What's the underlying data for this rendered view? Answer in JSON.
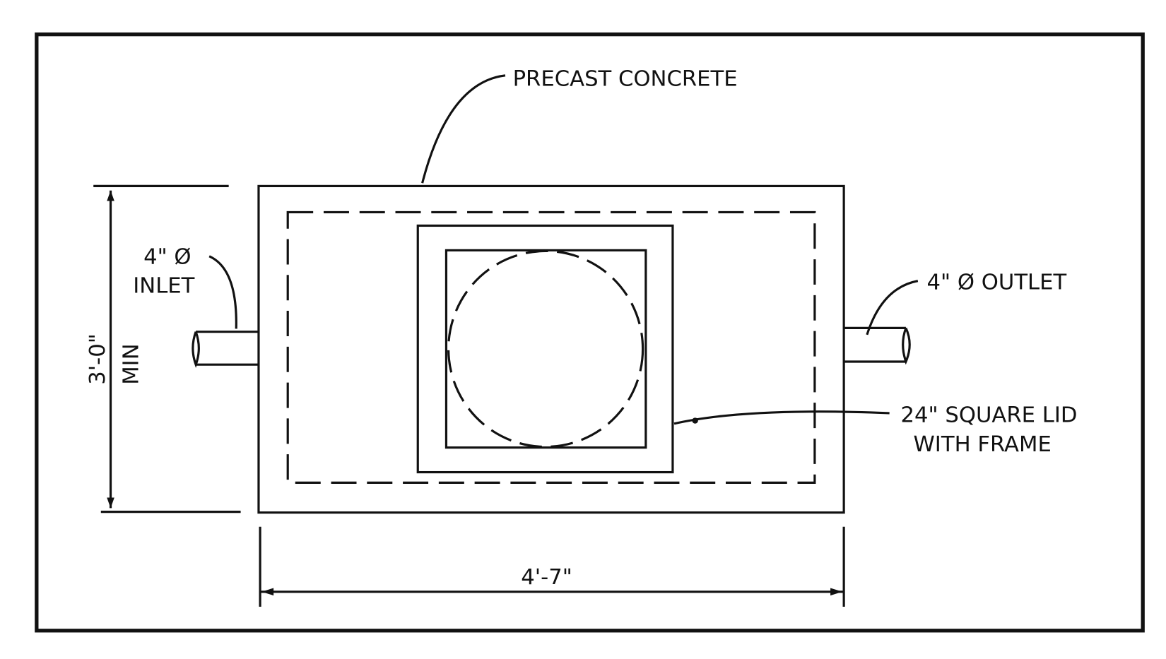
{
  "labels": {
    "precast": "PRECAST CONCRETE",
    "inlet_size": "4\" Ø",
    "inlet": "INLET",
    "outlet": "4\" Ø OUTLET",
    "lid_line1": "24\" SQUARE LID",
    "lid_line2": "WITH FRAME",
    "height_dim": "3'-0\"",
    "height_min": "MIN",
    "width_dim": "4'-7\""
  }
}
